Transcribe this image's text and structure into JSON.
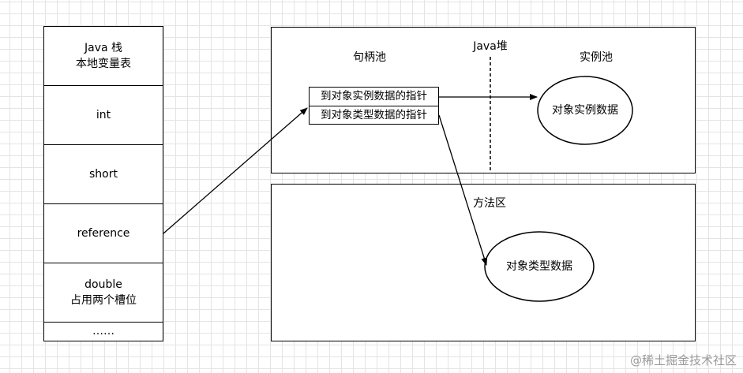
{
  "stack": {
    "title_line1": "Java 栈",
    "title_line2": "本地变量表",
    "cells": [
      {
        "line1": "int",
        "line2": ""
      },
      {
        "line1": "short",
        "line2": ""
      },
      {
        "line1": "reference",
        "line2": ""
      },
      {
        "line1": "double",
        "line2": "占用两个槽位"
      },
      {
        "line1": "……",
        "line2": ""
      }
    ]
  },
  "heap": {
    "title": "Java堆",
    "handle_pool_label": "句柄池",
    "instance_pool_label": "实例池",
    "pointer_instance": "到对象实例数据的指针",
    "pointer_type": "到对象类型数据的指针",
    "instance_data": "对象实例数据"
  },
  "method_area": {
    "title": "方法区",
    "type_data": "对象类型数据"
  },
  "watermark": "@稀土掘金技术社区"
}
